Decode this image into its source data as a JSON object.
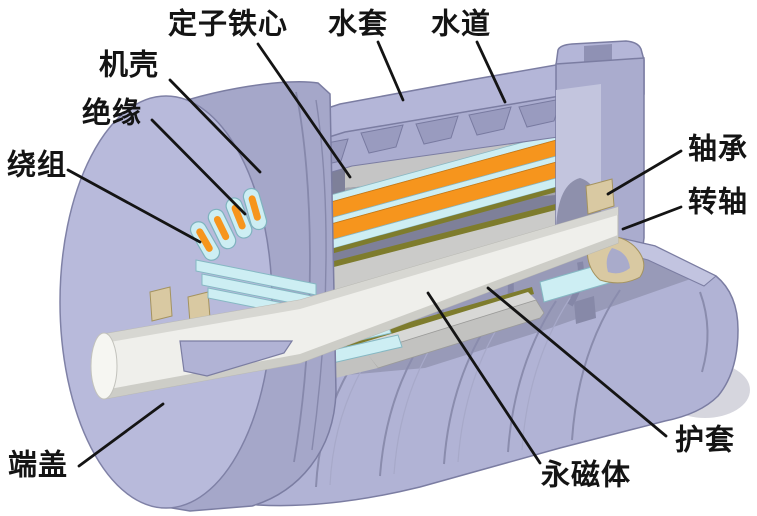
{
  "figure": {
    "kind": "3d-cutaway-motor-diagram",
    "labels": {
      "stator_core": "定子铁心",
      "water_jacket": "水套",
      "water_channel": "水道",
      "casing": "机壳",
      "insulation": "绝缘",
      "winding": "绕组",
      "bearing": "轴承",
      "shaft": "转轴",
      "sheath": "护套",
      "permanent_magnet": "永磁体",
      "end_cover": "端盖"
    },
    "colors": {
      "background": "#ffffff",
      "housing_lavender": "#b3b5d7",
      "housing_dark": "#8f91b4",
      "cut_face": "#abadd0",
      "inner_shadow": "#7e8099",
      "stator_gray": "#c5c5c5",
      "winding_orange": "#f6951d",
      "insulation_cyan": "#cdeef3",
      "sleeve_olive": "#7e7c2d",
      "bearing_tan": "#d9c9a2",
      "shaft_white": "#f1f1ed",
      "magnet_gray": "#c2c2c0",
      "leader_line": "#141414"
    }
  }
}
